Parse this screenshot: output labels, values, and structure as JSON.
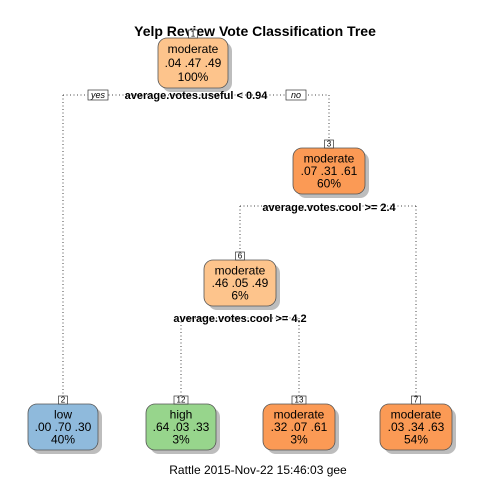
{
  "title": "Yelp Review Vote Classification Tree",
  "footer": "Rattle 2015-Nov-22 15:46:03 gee",
  "colors": {
    "light_orange": "#fdc48c",
    "dark_orange": "#fb9a55",
    "blue": "#8fbadc",
    "green": "#97d58c",
    "edge": "#444444",
    "shadow": "#bdbdbd"
  },
  "nodes": [
    {
      "id": "1",
      "label": "moderate",
      "probs": ".04  .47  .49",
      "pct": "100%",
      "color": "#fdc48c"
    },
    {
      "id": "3",
      "label": "moderate",
      "probs": ".07  .31  .61",
      "pct": "60%",
      "color": "#fb9a55"
    },
    {
      "id": "6",
      "label": "moderate",
      "probs": ".46  .05  .49",
      "pct": "6%",
      "color": "#fdc48c"
    },
    {
      "id": "2",
      "label": "low",
      "probs": ".00  .70  .30",
      "pct": "40%",
      "color": "#8fbadc"
    },
    {
      "id": "12",
      "label": "high",
      "probs": ".64  .03  .33",
      "pct": "3%",
      "color": "#97d58c"
    },
    {
      "id": "13",
      "label": "moderate",
      "probs": ".32  .07  .61",
      "pct": "3%",
      "color": "#fb9a55"
    },
    {
      "id": "7",
      "label": "moderate",
      "probs": ".03  .34  .63",
      "pct": "54%",
      "color": "#fb9a55"
    }
  ],
  "splits": [
    {
      "text": "average.votes.useful < 0.94",
      "yes": "yes",
      "no": "no"
    },
    {
      "text": "average.votes.cool >= 2.4"
    },
    {
      "text": "average.votes.cool >= 4.2"
    }
  ]
}
